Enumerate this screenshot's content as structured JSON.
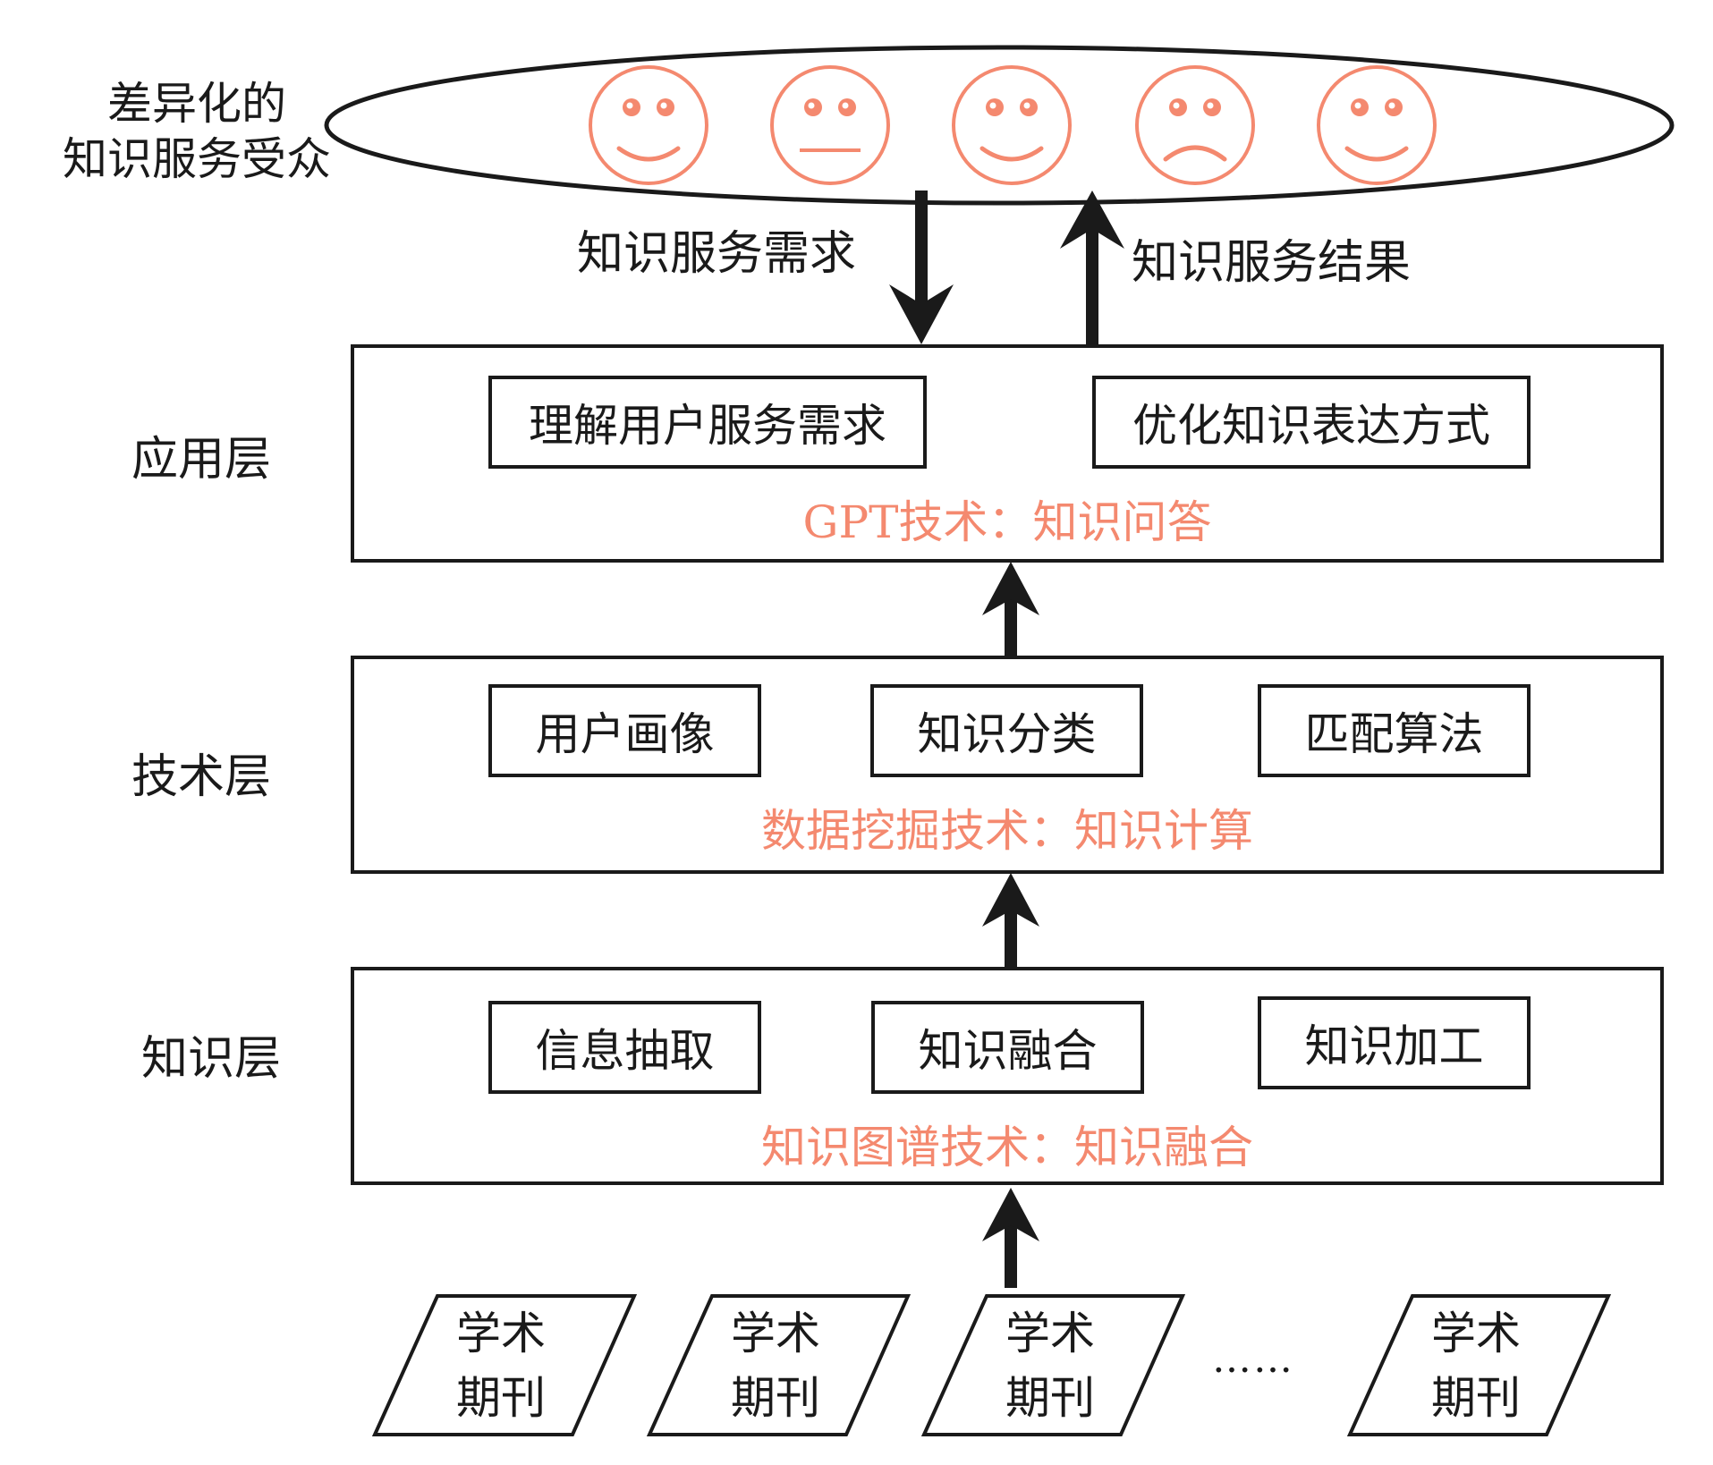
{
  "audience": {
    "label_line1": "差异化的",
    "label_line2": "知识服务受众",
    "faces": [
      {
        "expression": "smile"
      },
      {
        "expression": "neutral"
      },
      {
        "expression": "smile"
      },
      {
        "expression": "frown"
      },
      {
        "expression": "smile"
      }
    ]
  },
  "arrows": {
    "down_label": "知识服务需求",
    "up_label": "知识服务结果"
  },
  "layers": [
    {
      "name": "应用层",
      "items": [
        "理解用户服务需求",
        "优化知识表达方式"
      ],
      "technology": "GPT技术：知识问答"
    },
    {
      "name": "技术层",
      "items": [
        "用户画像",
        "知识分类",
        "匹配算法"
      ],
      "technology": "数据挖掘技术：知识计算"
    },
    {
      "name": "知识层",
      "items": [
        "信息抽取",
        "知识融合",
        "知识加工"
      ],
      "technology": "知识图谱技术：知识融合"
    }
  ],
  "sources": {
    "journals": [
      {
        "line1": "学术",
        "line2": "期刊"
      },
      {
        "line1": "学术",
        "line2": "期刊"
      },
      {
        "line1": "学术",
        "line2": "期刊"
      },
      {
        "line1": "学术",
        "line2": "期刊"
      }
    ],
    "ellipsis": "……"
  },
  "colors": {
    "accent": "#F4896F",
    "stroke": "#1a1a1a"
  }
}
